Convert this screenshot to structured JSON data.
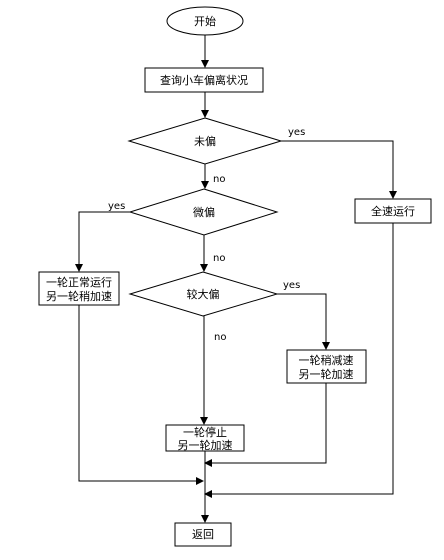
{
  "flowchart": {
    "nodes": {
      "start": "开始",
      "query": "查询小车偏离状况",
      "not_offset": "未偏",
      "slight_offset": "微偏",
      "large_offset": "较大偏",
      "full_speed": "全速运行",
      "normal_accel": [
        "一轮正常运行",
        "另一轮稍加速"
      ],
      "decel_accel": [
        "一轮稍减速",
        "另一轮加速"
      ],
      "stop_accel": [
        "一轮停止",
        "另一轮加速"
      ],
      "return": "返回"
    },
    "edge_labels": {
      "yes": "yes",
      "no": "no"
    }
  }
}
